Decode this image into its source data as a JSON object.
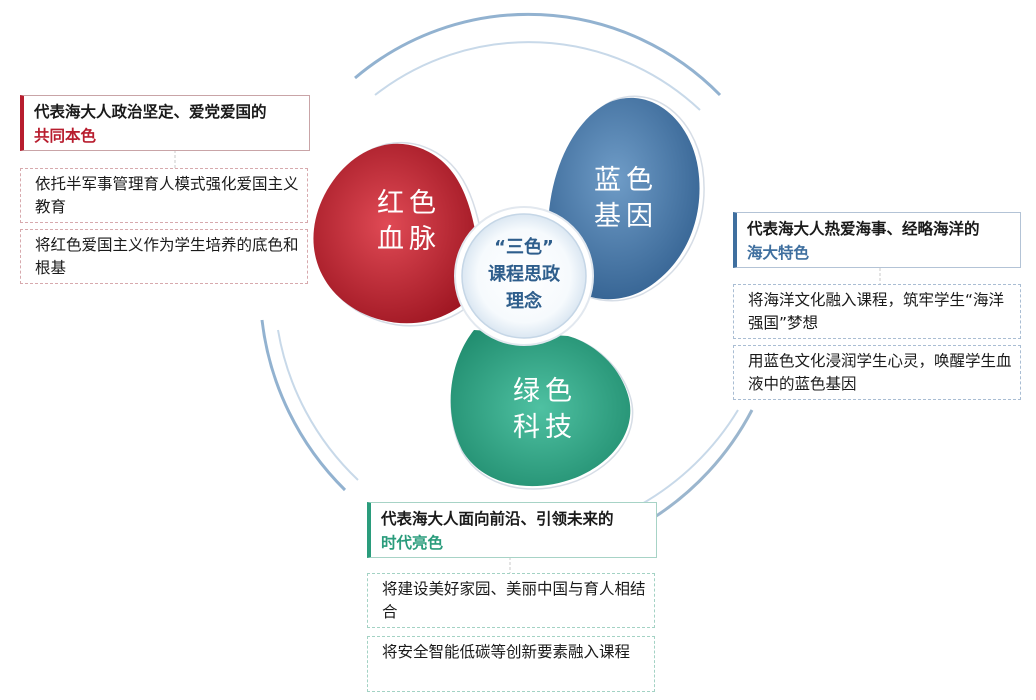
{
  "center": {
    "lines": [
      "“三色”",
      "课程思政",
      "理念"
    ]
  },
  "petals": {
    "red": {
      "label_line1": "红色",
      "label_line2": "血脉",
      "color": "#b81d2e"
    },
    "blue": {
      "label_line1": "蓝色",
      "label_line2": "基因",
      "color": "#3f6f9f"
    },
    "green": {
      "label_line1": "绿色",
      "label_line2": "科技",
      "color": "#2a9c7c"
    }
  },
  "panels": {
    "red": {
      "heading_line1": "代表海大人政治坚定、爱党爱国的",
      "heading_line2": "共同本色",
      "items": [
        "依托半军事管理育人模式强化爱国主义教育",
        "将红色爱国主义作为学生培养的底色和根基"
      ]
    },
    "blue": {
      "heading_line1": "代表海大人热爱海事、经略海洋的",
      "heading_line2": "海大特色",
      "items": [
        "将海洋文化融入课程，筑牢学生“海洋强国”梦想",
        "用蓝色文化浸润学生心灵，唤醒学生血液中的蓝色基因"
      ]
    },
    "green": {
      "heading_line1": "代表海大人面向前沿、引领未来的",
      "heading_line2": "时代亮色",
      "items": [
        "将建设美好家园、美丽中国与育人相结合",
        "将安全智能低碳等创新要素融入课程"
      ]
    }
  }
}
